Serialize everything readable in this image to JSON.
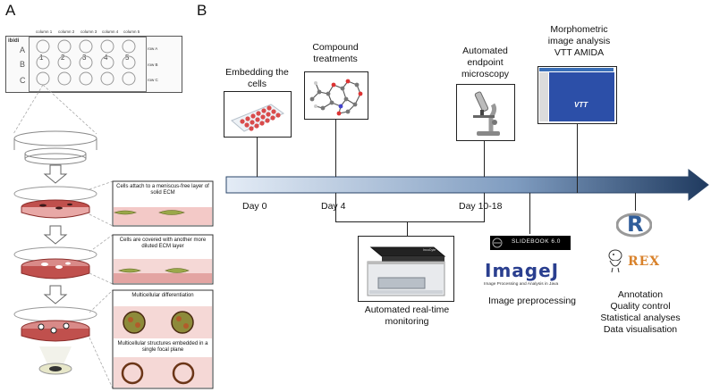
{
  "panels": {
    "a": "A",
    "b": "B"
  },
  "plate": {
    "brand": "ibidi",
    "columns": [
      "column 1",
      "column 2",
      "column 3",
      "column 4",
      "column 5"
    ],
    "rows": [
      "A",
      "B",
      "C"
    ],
    "row_labels": [
      "row A",
      "row B",
      "row C"
    ],
    "well_numbers": [
      "1",
      "2",
      "3",
      "4",
      "5"
    ]
  },
  "steps": {
    "s1": "Cells attach to a meniscus-free layer of solid ECM",
    "s2": "Cells are covered with another more diluted ECM layer",
    "s3a": "Multicellular differentiation",
    "s3b": "Multicellular structures embedded in a single focal plane"
  },
  "timeline": {
    "events_top": {
      "embedding": "Embedding the cells",
      "compound": "Compound treatments",
      "microscopy": "Automated endpoint microscopy",
      "morphometric": "Morphometric image analysis VTT AMIDA"
    },
    "days": {
      "d0": "Day 0",
      "d4": "Day 4",
      "d10": "Day 10-18"
    },
    "events_bottom": {
      "realtime": "Automated real-time monitoring",
      "preprocessing": "Image preprocessing",
      "annotation": "Annotation",
      "quality": "Quality control",
      "stats": "Statistical analyses",
      "viz": "Data visualisation"
    }
  },
  "logos": {
    "slidebook": "SLIDEBOOK 6.0",
    "imagej": "ImageJ",
    "imagej_sub": "Image Processing and Analysis in Java",
    "r": "R",
    "rex": "REX",
    "vtt": "VTT",
    "incucyte": "IncuCyte"
  },
  "colors": {
    "arrow_light": "#dde7f3",
    "arrow_dark": "#1f3a5f",
    "ecm_red": "#c0504d",
    "imagej_blue": "#2a3f8f",
    "rex_orange": "#d9822b",
    "r_blue": "#2f5d9a"
  }
}
